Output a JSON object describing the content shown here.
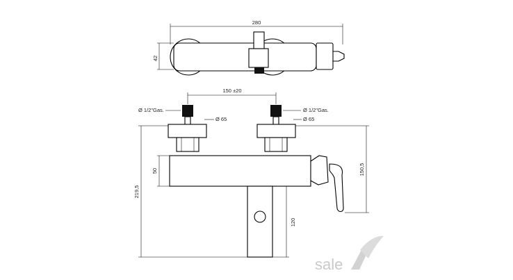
{
  "top_view": {
    "width_label": "280",
    "height_label": "42"
  },
  "front_view": {
    "spacing_label": "150 ±20",
    "left_thread_label": "Ø 1/2\"Gas.",
    "right_thread_label": "Ø 1/2\"Gas.",
    "left_diameter_label": "Ø 65",
    "right_diameter_label": "Ø 65",
    "body_height_label": "50",
    "total_height_label": "219,5",
    "lever_height_label": "150,5",
    "spout_height_label": "120"
  },
  "logo": {
    "text": "sale"
  }
}
